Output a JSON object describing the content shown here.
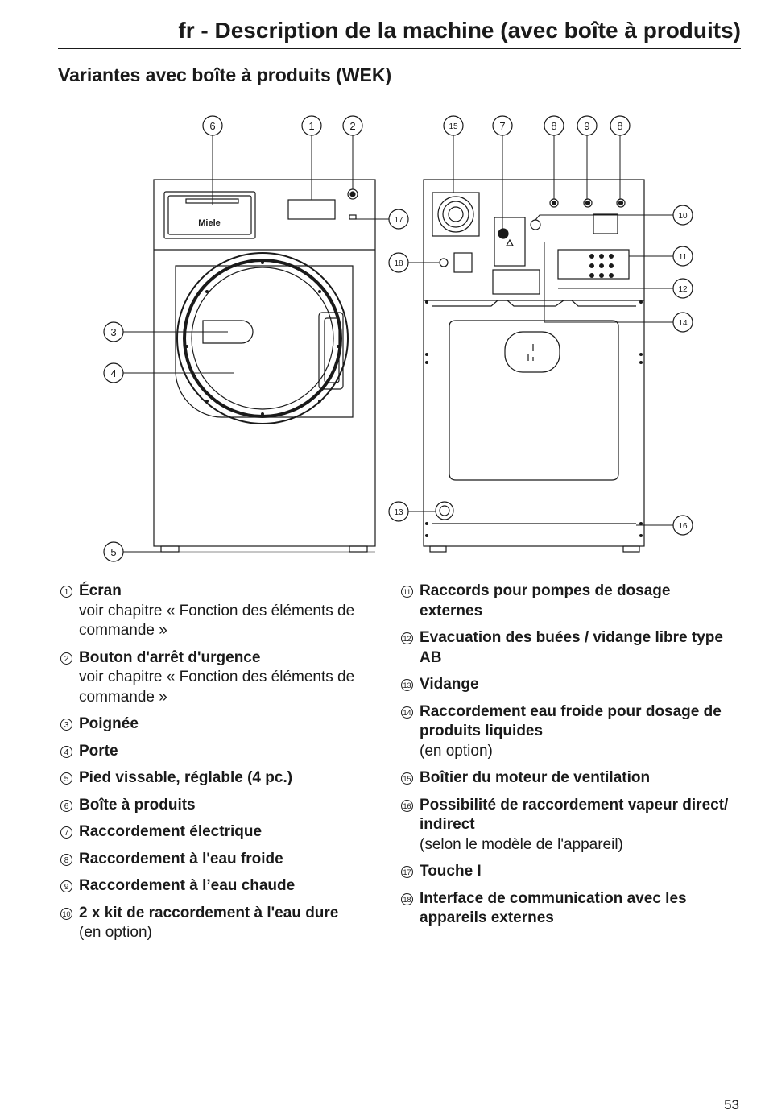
{
  "header": {
    "title": "fr - Description de la machine (avec boîte à produits)"
  },
  "section": {
    "title": "Variantes avec boîte à produits (WEK)"
  },
  "diagram": {
    "brand_logo": "Miele",
    "callouts": [
      "1",
      "2",
      "3",
      "4",
      "5",
      "6",
      "7",
      "8",
      "9",
      "10",
      "11",
      "12",
      "13",
      "14",
      "15",
      "16",
      "17",
      "18"
    ]
  },
  "legend": {
    "left": [
      {
        "num": "1",
        "title": "Écran",
        "desc": "voir chapitre « Fonction des éléments de commande »"
      },
      {
        "num": "2",
        "title": "Bouton d'arrêt d'urgence",
        "desc": "voir chapitre « Fonction des éléments de commande »"
      },
      {
        "num": "3",
        "title": "Poignée",
        "desc": ""
      },
      {
        "num": "4",
        "title": "Porte",
        "desc": ""
      },
      {
        "num": "5",
        "title": "Pied vissable, réglable (4 pc.)",
        "desc": ""
      },
      {
        "num": "6",
        "title": "Boîte à produits",
        "desc": ""
      },
      {
        "num": "7",
        "title": "Raccordement électrique",
        "desc": ""
      },
      {
        "num": "8",
        "title": "Raccordement à l'eau froide",
        "desc": ""
      },
      {
        "num": "9",
        "title": "Raccordement à l’eau chaude",
        "desc": ""
      },
      {
        "num": "10",
        "title": "2 x kit de raccordement à l'eau dure",
        "desc": "(en option)"
      }
    ],
    "right": [
      {
        "num": "11",
        "title": "Raccords pour pompes de dosage externes",
        "desc": ""
      },
      {
        "num": "12",
        "title": "Evacuation des buées / vidange libre type AB",
        "desc": ""
      },
      {
        "num": "13",
        "title": "Vidange",
        "desc": ""
      },
      {
        "num": "14",
        "title": "Raccordement eau froide pour dosage de produits liquides",
        "desc": "(en option)"
      },
      {
        "num": "15",
        "title": "Boîtier du moteur de ventilation",
        "desc": ""
      },
      {
        "num": "16",
        "title": "Possibilité de raccordement vapeur direct/ indirect",
        "desc": "(selon le modèle de l'appareil)"
      },
      {
        "num": "17",
        "title": "Touche I",
        "desc": ""
      },
      {
        "num": "18",
        "title": "Interface de communication avec les appareils externes",
        "desc": ""
      }
    ]
  },
  "footer": {
    "page_number": "53"
  }
}
